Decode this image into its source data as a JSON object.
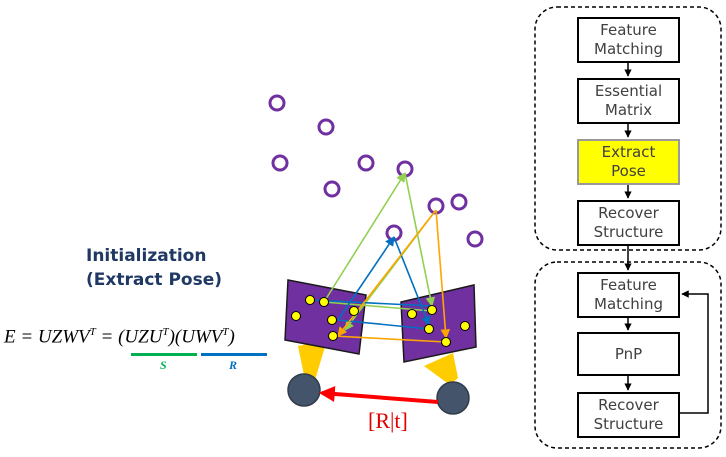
{
  "title": {
    "line1": "Initialization",
    "line2": "(Extract Pose)"
  },
  "equation": {
    "lhs": "E = UZWV",
    "mid": " = ",
    "term_s": "(UZU",
    "term_r": "(UWV",
    "transpose": "T",
    "close": ")",
    "s_label": "S",
    "r_label": "R",
    "s_color": "#00b050",
    "r_color": "#0070c0"
  },
  "motion_label": "[R|t]",
  "flowchart": {
    "init_block": [
      {
        "label": "Feature\nMatching",
        "highlighted": false
      },
      {
        "label": "Essential\nMatrix",
        "highlighted": false
      },
      {
        "label": "Extract\nPose",
        "highlighted": true
      },
      {
        "label": "Recover\nStructure",
        "highlighted": false
      }
    ],
    "loop_block": [
      {
        "label": "Feature\nMatching",
        "highlighted": false
      },
      {
        "label": "PnP",
        "highlighted": false
      },
      {
        "label": "Recover\nStructure",
        "highlighted": false
      }
    ]
  },
  "colors": {
    "camera_plane": "#7030a0",
    "camera_cone": "#ffcc00",
    "camera_body": "#44546a",
    "feature_point": "#ffff00",
    "landmark": "#7030a0",
    "ray_green": "#92d050",
    "ray_blue": "#0070c0",
    "ray_orange": "#ffa500",
    "motion_arrow": "#ff0000",
    "highlight": "#ffff00"
  }
}
